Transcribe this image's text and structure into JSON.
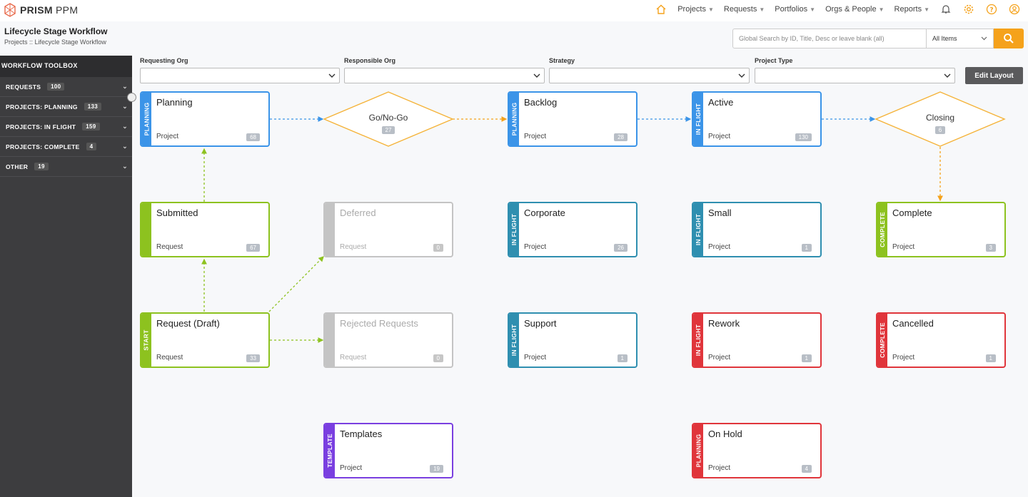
{
  "brand": {
    "name_bold": "PRISM",
    "name_light": "PPM"
  },
  "nav": {
    "items": [
      "Projects",
      "Requests",
      "Portfolios",
      "Orgs & People",
      "Reports"
    ]
  },
  "header": {
    "title": "Lifecycle Stage Workflow",
    "breadcrumb": "Projects :: Lifecycle Stage Workflow"
  },
  "search": {
    "placeholder": "Global Search by ID, Title, Desc or leave blank (all)",
    "scope": "All Items"
  },
  "sidebar": {
    "title": "WORKFLOW TOOLBOX",
    "items": [
      {
        "label": "REQUESTS",
        "count": "100"
      },
      {
        "label": "PROJECTS: PLANNING",
        "count": "133"
      },
      {
        "label": "PROJECTS: IN FLIGHT",
        "count": "159"
      },
      {
        "label": "PROJECTS: COMPLETE",
        "count": "4"
      },
      {
        "label": "OTHER",
        "count": "19"
      }
    ]
  },
  "filters": {
    "requesting_org": "Requesting Org",
    "responsible_org": "Responsible Org",
    "strategy": "Strategy",
    "project_type": "Project Type"
  },
  "edit_layout": "Edit Layout",
  "colors": {
    "planning": "#3b94e8",
    "start": "#8dc21f",
    "inflight": "#2f8fb0",
    "red": "#e0353b",
    "complete": "#8dc21f",
    "template": "#7a3fe0",
    "disabled": "#c4c4c4",
    "diamond": "#f5b339",
    "accent": "#f5a21b"
  },
  "workflow": {
    "nodes": {
      "planning": {
        "title": "Planning",
        "stage": "PLANNING",
        "type": "Project",
        "count": "68"
      },
      "backlog": {
        "title": "Backlog",
        "stage": "PLANNING",
        "type": "Project",
        "count": "28"
      },
      "active": {
        "title": "Active",
        "stage": "IN FLIGHT",
        "type": "Project",
        "count": "130"
      },
      "submitted": {
        "title": "Submitted",
        "stage": "",
        "type": "Request",
        "count": "67"
      },
      "deferred": {
        "title": "Deferred",
        "stage": "",
        "type": "Request",
        "count": "0"
      },
      "corporate": {
        "title": "Corporate",
        "stage": "IN FLIGHT",
        "type": "Project",
        "count": "26"
      },
      "small": {
        "title": "Small",
        "stage": "IN FLIGHT",
        "type": "Project",
        "count": "1"
      },
      "complete": {
        "title": "Complete",
        "stage": "COMPLETE",
        "type": "Project",
        "count": "3"
      },
      "draft": {
        "title": "Request (Draft)",
        "stage": "START",
        "type": "Request",
        "count": "33"
      },
      "rejected": {
        "title": "Rejected Requests",
        "stage": "",
        "type": "Request",
        "count": "0"
      },
      "support": {
        "title": "Support",
        "stage": "IN FLIGHT",
        "type": "Project",
        "count": "1"
      },
      "rework": {
        "title": "Rework",
        "stage": "IN FLIGHT",
        "type": "Project",
        "count": "1"
      },
      "cancelled": {
        "title": "Cancelled",
        "stage": "COMPLETE",
        "type": "Project",
        "count": "1"
      },
      "templates": {
        "title": "Templates",
        "stage": "TEMPLATE",
        "type": "Project",
        "count": "19"
      },
      "onhold": {
        "title": "On Hold",
        "stage": "PLANNING",
        "type": "Project",
        "count": "4"
      }
    },
    "decisions": {
      "gonogo": {
        "title": "Go/No-Go",
        "count": "27"
      },
      "closing": {
        "title": "Closing",
        "count": "6"
      }
    }
  }
}
